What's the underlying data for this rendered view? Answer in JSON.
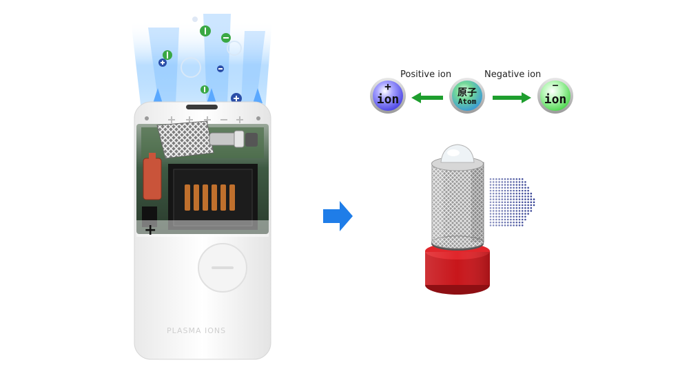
{
  "diagram": {
    "positive_caption": "Positive ion",
    "negative_caption": "Negative ion",
    "atom_label_cn": "原子",
    "atom_label_en": "Atom",
    "ion_word": "ion",
    "plus_sign": "+",
    "minus_sign": "—"
  },
  "device": {
    "brand_text": "PLASMA IONS",
    "pcb_plus_mark": "+"
  },
  "colors": {
    "positive_orb": "#5a55ff",
    "atom_orb": "#3fc27a",
    "negative_orb": "#6fe86f",
    "flow_arrow_green": "#1e9e2e",
    "direction_arrow_blue": "#1f7de8",
    "emitter_base_red": "#c8161b",
    "ion_dots": "#2d3a8f"
  },
  "icons": {
    "transition": "arrow-right-icon",
    "device": "ionizer-device-icon",
    "emitter": "ion-emitter-brush-icon"
  }
}
